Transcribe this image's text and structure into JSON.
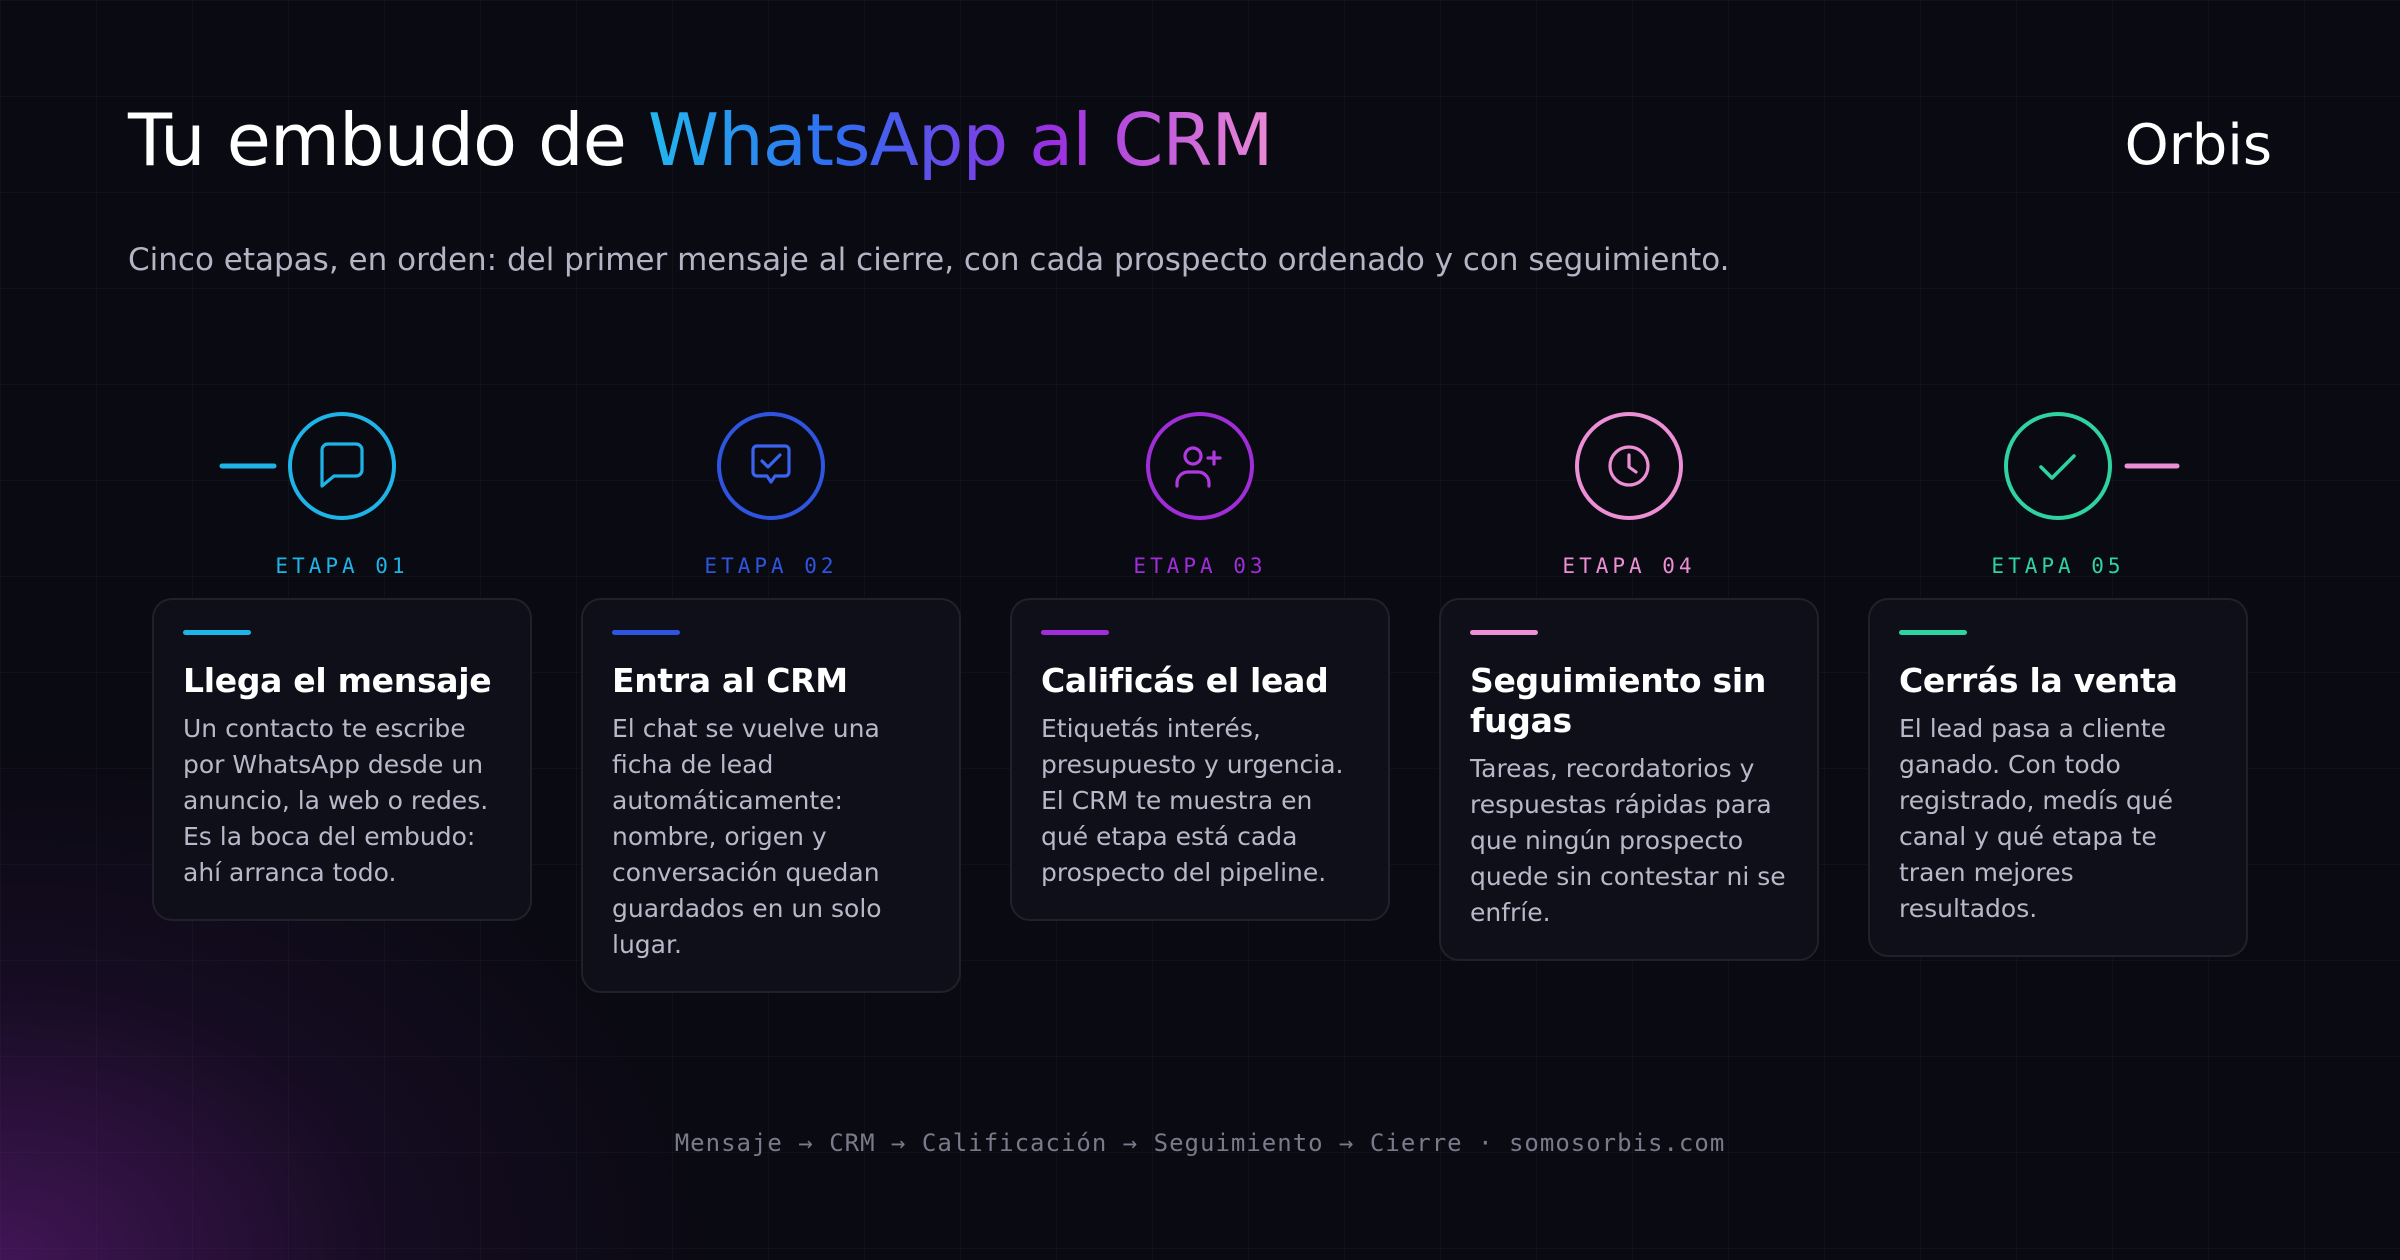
{
  "header": {
    "title_prefix": "Tu embudo de ",
    "title_highlight": "WhatsApp al CRM",
    "brand": "Orbis",
    "subtitle": "Cinco etapas, en orden: del primer mensaje al cierre, con cada prospecto ordenado y con seguimiento."
  },
  "colors": {
    "stage1": "#1fb4e8",
    "stage2": "#2f55e0",
    "stage3": "#a02ed8",
    "stage4": "#ec8fd4",
    "stage5": "#2fd3a0"
  },
  "stages": [
    {
      "label": "ETAPA 01",
      "icon": "message-icon",
      "title": "Llega el mensaje",
      "text": "Un contacto te escribe por WhatsApp desde un anuncio, la web o redes. Es la boca del embudo: ahí arranca todo."
    },
    {
      "label": "ETAPA 02",
      "icon": "message-check-icon",
      "title": "Entra al CRM",
      "text": "El chat se vuelve una ficha de lead automáticamente: nombre, origen y conversación quedan guardados en un solo lugar."
    },
    {
      "label": "ETAPA 03",
      "icon": "user-plus-icon",
      "title": "Calificás el lead",
      "text": "Etiquetás interés, presupuesto y urgencia. El CRM te muestra en qué etapa está cada prospecto del pipeline."
    },
    {
      "label": "ETAPA 04",
      "icon": "clock-icon",
      "title": "Seguimiento sin fugas",
      "text": "Tareas, recordatorios y respuestas rápidas para que ningún prospecto quede sin contestar ni se enfríe."
    },
    {
      "label": "ETAPA 05",
      "icon": "check-icon",
      "title": "Cerrás la venta",
      "text": "El lead pasa a cliente ganado. Con todo registrado, medís qué canal y qué etapa te traen mejores resultados."
    }
  ],
  "footer": "Mensaje → CRM → Calificación → Seguimiento → Cierre · somosorbis.com"
}
